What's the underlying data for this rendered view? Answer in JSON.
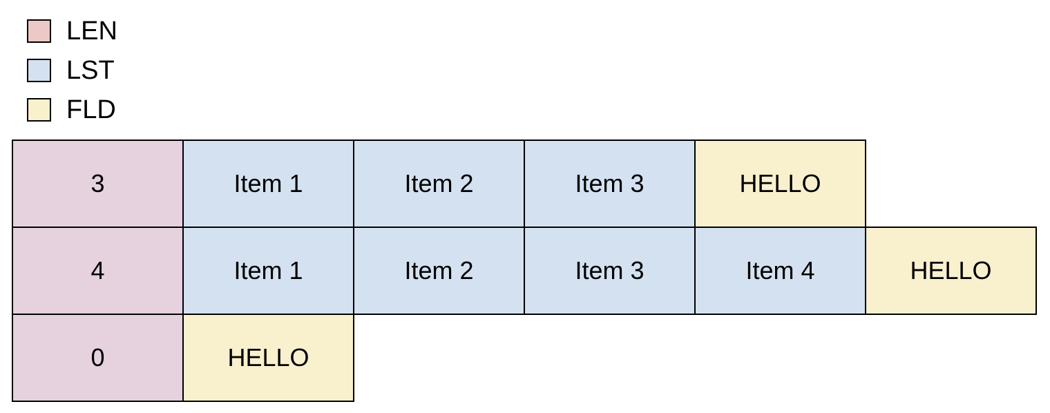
{
  "legend": {
    "items": [
      {
        "label": "LEN",
        "color": "#ecc9c6"
      },
      {
        "label": "LST",
        "color": "#d4e1f0"
      },
      {
        "label": "FLD",
        "color": "#f9f0ce"
      }
    ]
  },
  "colors": {
    "LEN": "#e5d2de",
    "LST": "#d4e1f0",
    "FLD": "#f9f0ce",
    "border": "#000000",
    "background": "#ffffff"
  },
  "table": {
    "rows": [
      {
        "cells": [
          {
            "type": "LEN",
            "label": "3"
          },
          {
            "type": "LST",
            "label": "Item 1"
          },
          {
            "type": "LST",
            "label": "Item 2"
          },
          {
            "type": "LST",
            "label": "Item 3"
          },
          {
            "type": "FLD",
            "label": "HELLO"
          }
        ]
      },
      {
        "cells": [
          {
            "type": "LEN",
            "label": "4"
          },
          {
            "type": "LST",
            "label": "Item 1"
          },
          {
            "type": "LST",
            "label": "Item 2"
          },
          {
            "type": "LST",
            "label": "Item 3"
          },
          {
            "type": "LST",
            "label": "Item 4"
          },
          {
            "type": "FLD",
            "label": "HELLO"
          }
        ]
      },
      {
        "cells": [
          {
            "type": "LEN",
            "label": "0"
          },
          {
            "type": "FLD",
            "label": "HELLO"
          }
        ]
      }
    ]
  }
}
